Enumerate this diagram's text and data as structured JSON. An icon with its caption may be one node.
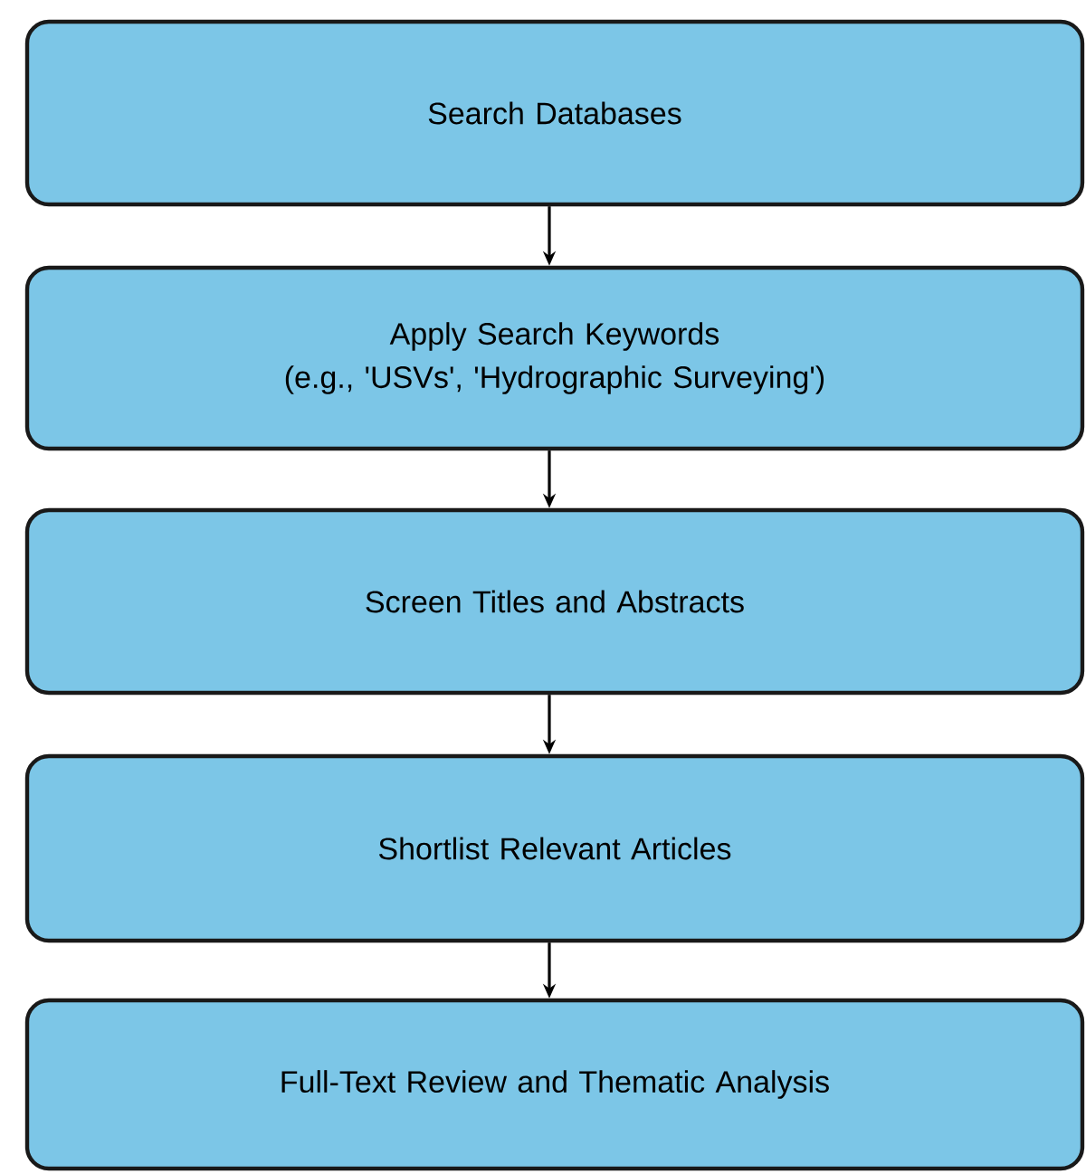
{
  "diagram": {
    "nodes": [
      {
        "text": [
          "Search Databases"
        ]
      },
      {
        "text": [
          "Apply Search Keywords",
          "(e.g., 'USVs', 'Hydrographic Surveying')"
        ]
      },
      {
        "text": [
          "Screen Titles and Abstracts"
        ]
      },
      {
        "text": [
          "Shortlist Relevant Articles"
        ]
      },
      {
        "text": [
          "Full-Text Review and Thematic Analysis"
        ]
      }
    ],
    "edges": [
      {
        "from": 0,
        "to": 1,
        "arrow": "to"
      },
      {
        "from": 1,
        "to": 2,
        "arrow": "to"
      },
      {
        "from": 2,
        "to": 3,
        "arrow": "to"
      },
      {
        "from": 3,
        "to": 4,
        "arrow": "to"
      }
    ]
  }
}
